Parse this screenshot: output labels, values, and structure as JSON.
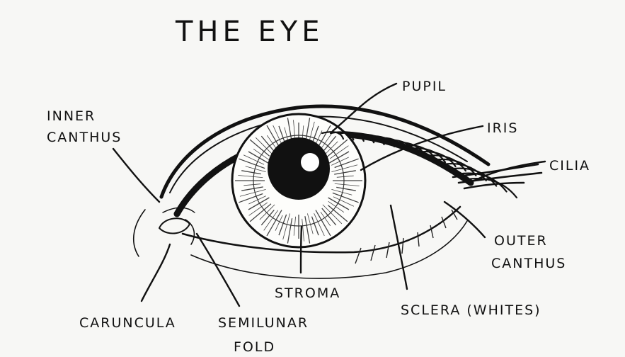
{
  "title": "THE EYE",
  "labels": {
    "pupil": "PUPIL",
    "iris": "IRIS",
    "cilia": "CILIA",
    "inner_canthus_1": "INNER",
    "inner_canthus_2": "CANTHUS",
    "outer_canthus_1": "OUTER",
    "outer_canthus_2": "CANTHUS",
    "stroma": "STROMA",
    "sclera": "SCLERA (WHITES)",
    "caruncula": "CARUNCULA",
    "semilunar_1": "SEMILUNAR",
    "semilunar_2": "FOLD"
  },
  "colors": {
    "ink": "#111111",
    "paper": "#f7f7f5",
    "pupil_highlight": "#ffffff"
  }
}
